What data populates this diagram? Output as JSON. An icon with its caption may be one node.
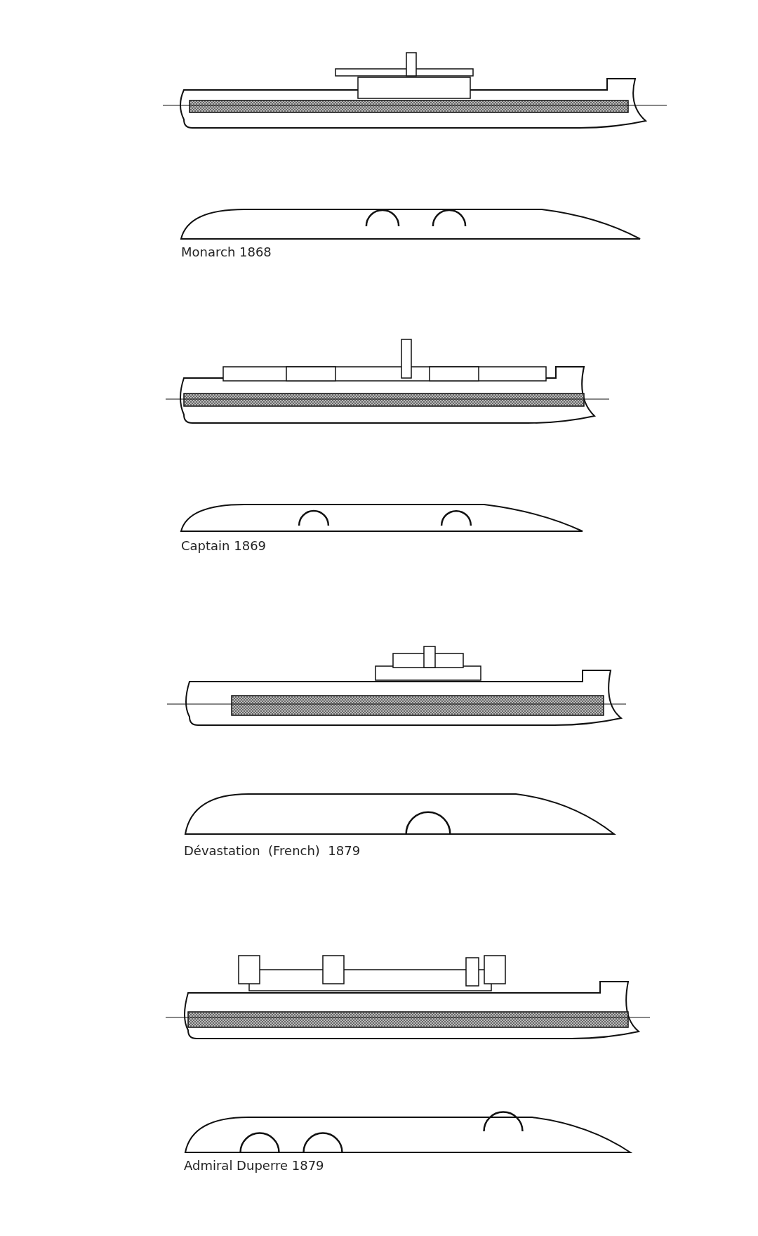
{
  "diagram": {
    "labels": [
      "Monarch 1868",
      "Captain 1869",
      "Dévastation  (French)  1879",
      "Admiral Duperre 1879"
    ]
  }
}
